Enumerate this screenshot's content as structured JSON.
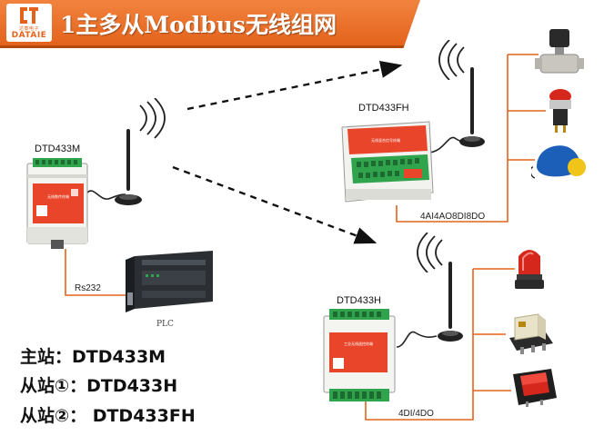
{
  "header": {
    "title": "1主多从Modbus无线组网",
    "logo_text": "DATAIE",
    "logo_subtext": "达泰电子"
  },
  "master": {
    "device_label": "DTD433M",
    "panel_text": "无线数传终端"
  },
  "slave_fh": {
    "device_label": "DTD433FH",
    "panel_text": "无线混合信号终端",
    "io_label": "4AI4AO8DI8DO"
  },
  "slave_h": {
    "device_label": "DTD433H",
    "panel_text": "工业无线遥控终端",
    "io_label": "4DI/4DO"
  },
  "plc": {
    "label": "PLC",
    "link_label": "Rs232"
  },
  "legend": {
    "master": "主站：DTD433M",
    "slave1": "从站①：DTD433H",
    "slave2": "从站②： DTD433FH"
  },
  "colors": {
    "accent": "#e4631c",
    "wire": "#e4631c",
    "device_body": "#f4f4f0",
    "panel": "#e8452a",
    "terminal_green": "#2fa44c"
  },
  "icons": [
    "solenoid-valve-icon",
    "push-button-icon",
    "float-switch-icon",
    "warning-light-icon",
    "relay-icon",
    "rocker-switch-icon",
    "antenna-icon",
    "radio-wave-icon"
  ]
}
